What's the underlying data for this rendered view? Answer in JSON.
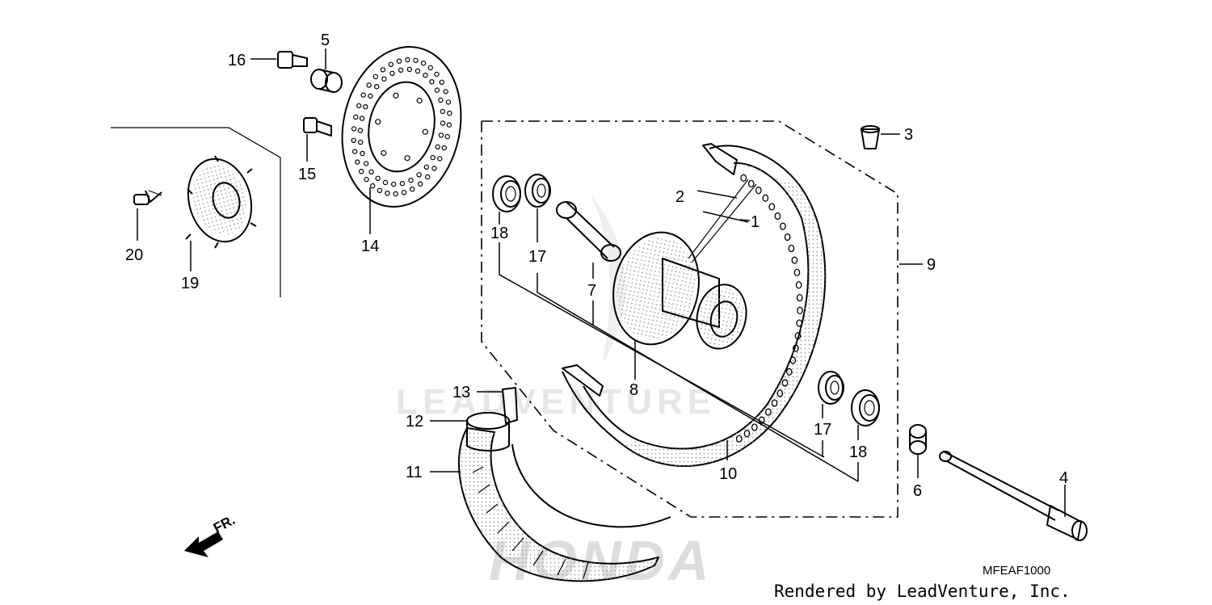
{
  "diagram": {
    "part_numbers": [
      "1",
      "2",
      "3",
      "4",
      "5",
      "6",
      "7",
      "8",
      "9",
      "10",
      "11",
      "12",
      "13",
      "14",
      "15",
      "16",
      "17",
      "17",
      "18",
      "18",
      "19",
      "20"
    ],
    "diagram_code": "MFEAF1000",
    "credit": "Rendered by LeadVenture, Inc.",
    "direction_label": "FR.",
    "watermark_text": "LEADVENTURE",
    "brand_watermark": "HONDA",
    "colors": {
      "line": "#000000",
      "background": "#ffffff",
      "watermark": "#dddddd"
    }
  }
}
